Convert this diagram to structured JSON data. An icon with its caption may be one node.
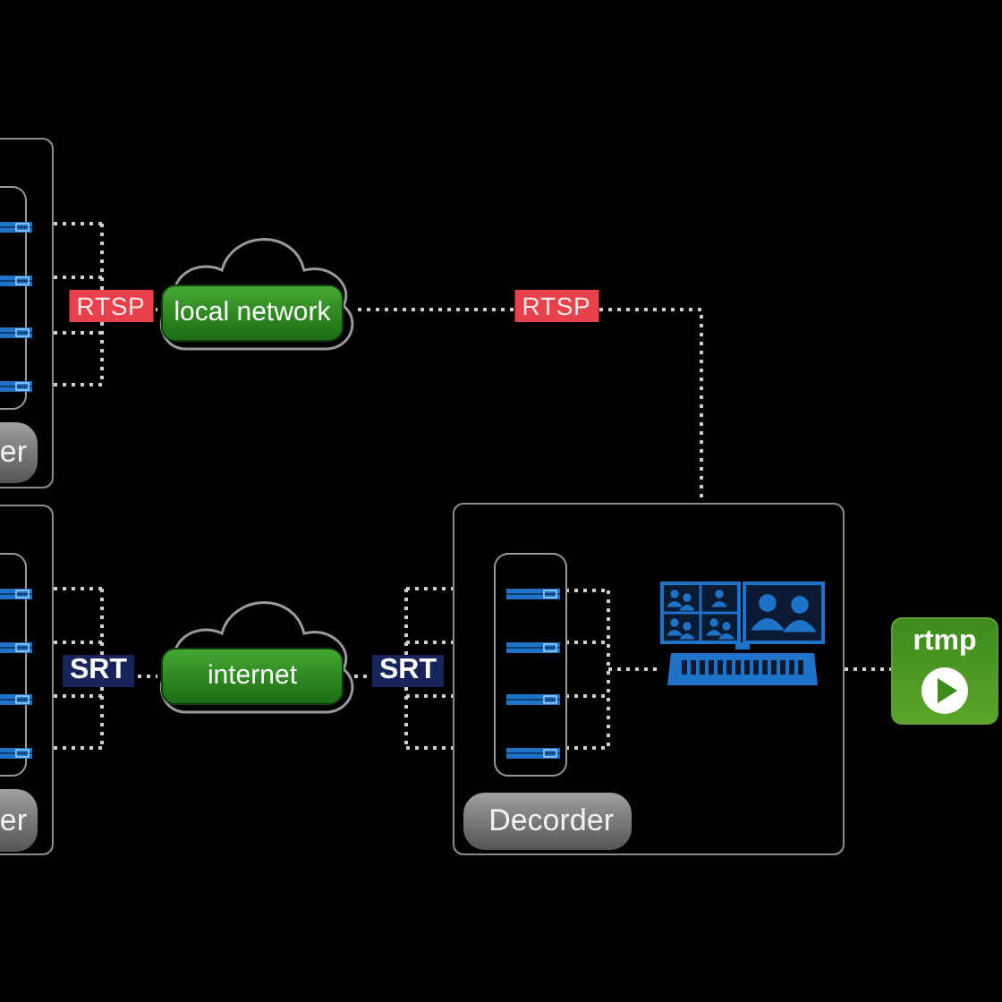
{
  "diagram": {
    "nodes": [
      {
        "text": [],
        "shape": "box"
      },
      {
        "text": [],
        "shape": "box",
        "in": 0
      },
      {
        "text": [
          "er"
        ],
        "in": 0
      },
      {
        "text": [
          "local network"
        ]
      },
      {
        "text": [],
        "shape": "box"
      },
      {
        "text": [],
        "shape": "box",
        "in": 4
      },
      {
        "text": [
          "er"
        ],
        "in": 4
      },
      {
        "text": [
          "internet"
        ]
      },
      {
        "text": [],
        "shape": "box"
      },
      {
        "text": [],
        "shape": "box",
        "in": 8
      },
      {
        "text": [
          "Decorder"
        ],
        "in": 8
      },
      {
        "text": [],
        "shape": "picture",
        "in": 8
      },
      {
        "text": [
          "rtmp"
        ]
      }
    ],
    "edges": [
      {
        "from": 0,
        "to": 3,
        "arrow": "none",
        "label": "RTSP",
        "style": "dashed"
      },
      {
        "from": 3,
        "to": 8,
        "arrow": "none",
        "label": "RTSP",
        "style": "dashed"
      },
      {
        "from": 4,
        "to": 7,
        "arrow": "none",
        "label": "SRT",
        "style": "dashed"
      },
      {
        "from": 7,
        "to": 8,
        "arrow": "none",
        "label": "SRT",
        "style": "dashed"
      },
      {
        "from": 9,
        "to": 11,
        "arrow": "none",
        "style": "dashed"
      },
      {
        "from": 8,
        "to": 12,
        "arrow": "none",
        "style": "dashed"
      }
    ]
  }
}
